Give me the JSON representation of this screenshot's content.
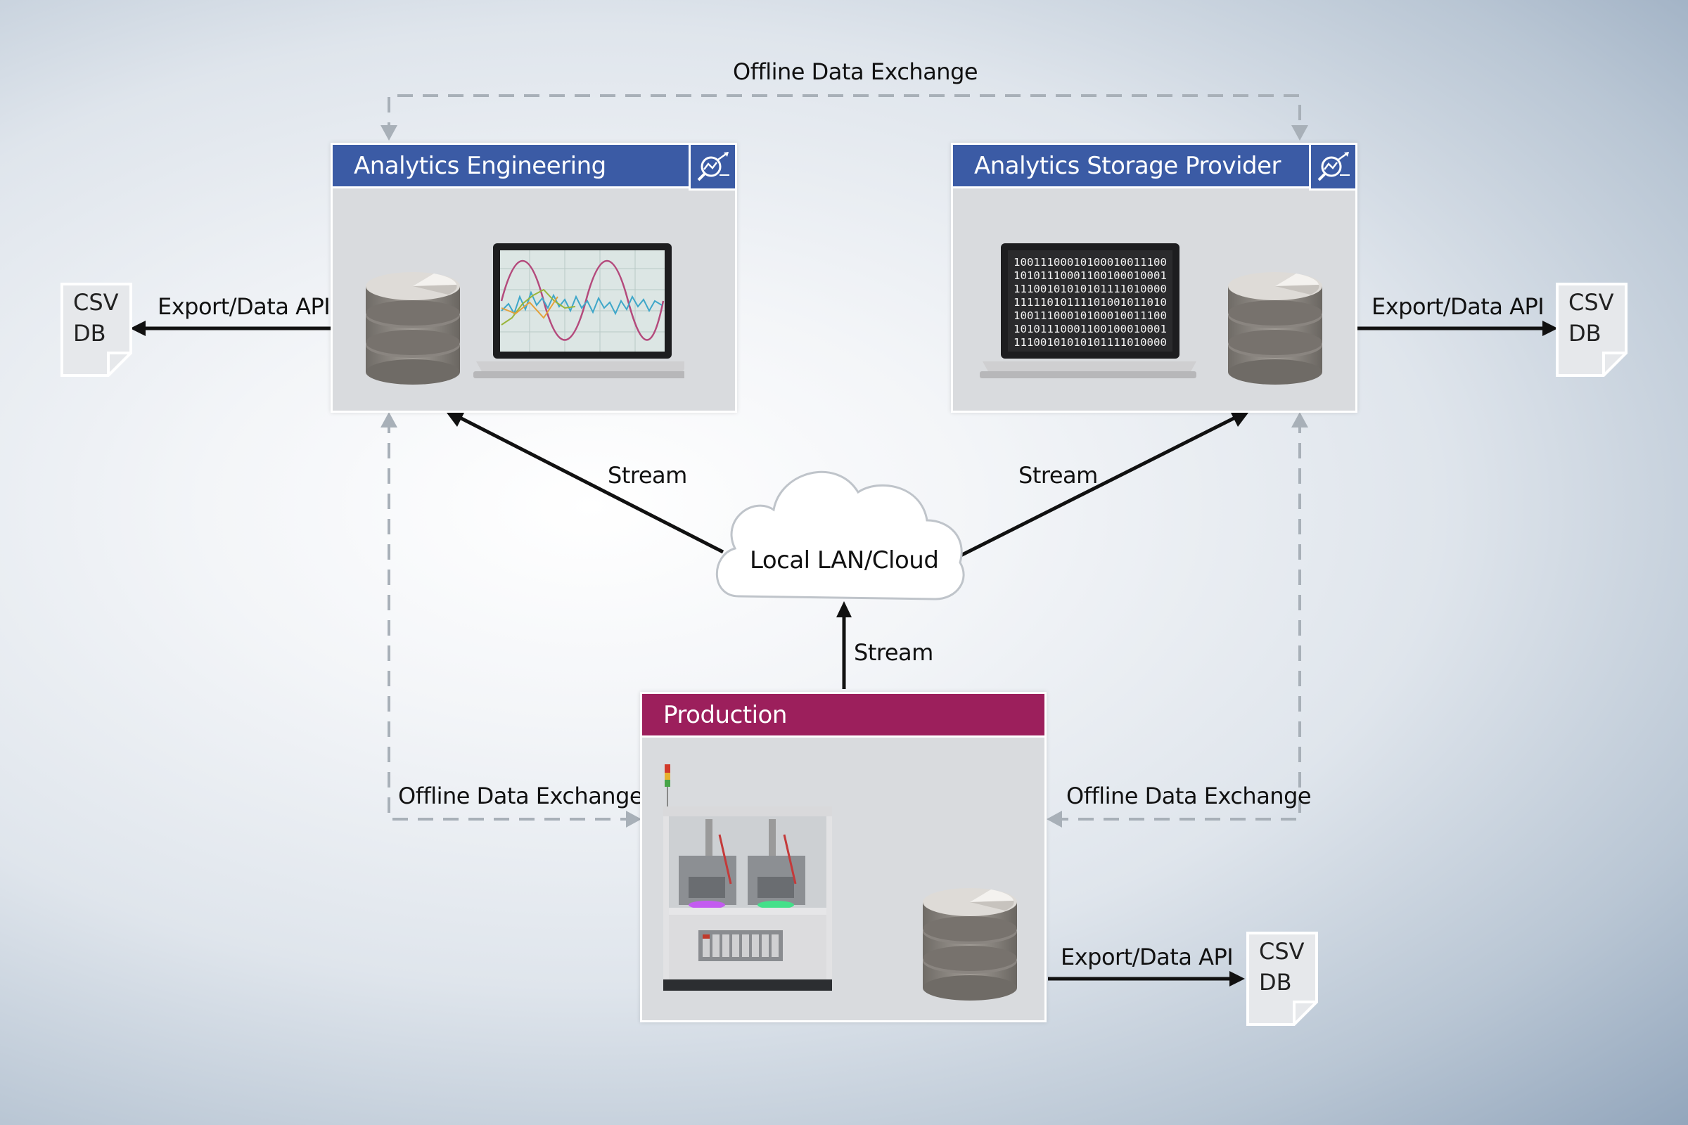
{
  "offline_exchange_top": "Offline Data Exchange",
  "offline_exchange_left": "Offline Data Exchange",
  "offline_exchange_right": "Offline Data Exchange",
  "stream_left": "Stream",
  "stream_right": "Stream",
  "stream_bottom": "Stream",
  "cloud_label": "Local LAN/Cloud",
  "panels": {
    "analytics_engineering": {
      "title": "Analytics Engineering",
      "icon": "analytics-chart-icon"
    },
    "analytics_storage": {
      "title": "Analytics Storage Provider",
      "icon": "analytics-chart-icon"
    },
    "production": {
      "title": "Production"
    }
  },
  "exports": {
    "left": {
      "label": "Export/Data API",
      "doc_line1": "CSV",
      "doc_line2": "DB"
    },
    "right": {
      "label": "Export/Data API",
      "doc_line1": "CSV",
      "doc_line2": "DB"
    },
    "bottom": {
      "label": "Export/Data API",
      "doc_line1": "CSV",
      "doc_line2": "DB"
    }
  },
  "binary_lines": [
    "10011100010100010011100",
    "10101110001100100010001",
    "11100101010101111010000",
    "11111010111101001011010",
    "10011100010100010011100",
    "10101110001100100010001",
    "11100101010101111010000"
  ],
  "colors": {
    "header_blue": "#3b5ba5",
    "header_magenta": "#9c1f5c",
    "panel_bg": "#d9dbde",
    "dashed_line": "#a8b0b8",
    "arrow": "#111111"
  }
}
